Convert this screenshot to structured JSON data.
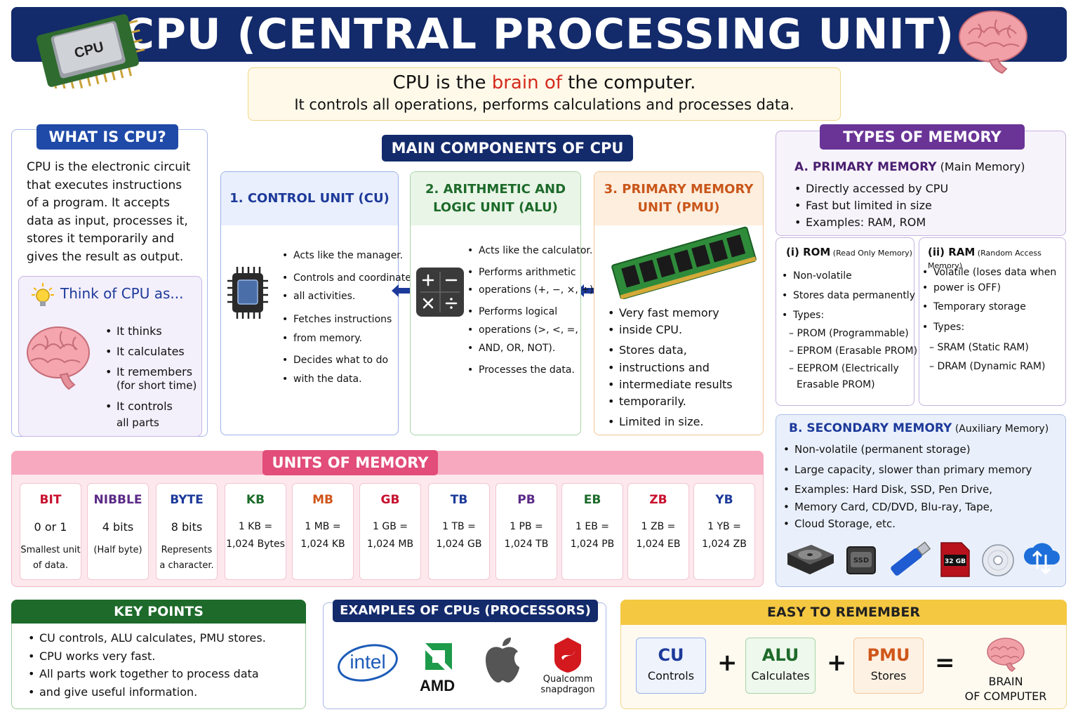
{
  "title": "CPU (CENTRAL PROCESSING UNIT)",
  "chip_label": "CPU",
  "intro": {
    "line1_a": "CPU is the ",
    "line1_b": "brain of",
    "line1_c": " the computer.",
    "line2": "It controls all operations, performs calculations and processes data."
  },
  "what": {
    "header": "WHAT IS CPU?",
    "text": [
      "CPU is the electronic circuit",
      "that executes instructions",
      "of a program. It accepts",
      "data as input, processes it,",
      "stores it temporarily and",
      "gives the result as output."
    ],
    "think_title": "Think of CPU as...",
    "think_items": [
      "It thinks",
      "It calculates",
      "It remembers",
      "It controls"
    ],
    "think_sub": [
      "(for short time)",
      "all parts"
    ]
  },
  "components": {
    "header": "MAIN COMPONENTS OF CPU",
    "cu": {
      "title_1": "1. CONTROL UNIT (CU)",
      "items": [
        "Acts like the manager.",
        "Controls and coordinates",
        "all activities.",
        "Fetches instructions",
        "from memory.",
        "Decides what to do",
        "with the data."
      ]
    },
    "alu": {
      "title_1": "2. ARITHMETIC AND",
      "title_2": "LOGIC UNIT (ALU)",
      "items": [
        "Acts like the calculator.",
        "Performs arithmetic",
        "operations (+, −, ×, ÷).",
        "Performs logical",
        "operations (>, <, =,",
        "AND, OR, NOT).",
        "Processes the data."
      ]
    },
    "pmu": {
      "title_1": "3. PRIMARY MEMORY",
      "title_2": "UNIT (PMU)",
      "items": [
        "Very fast memory",
        "inside CPU.",
        "Stores data,",
        "instructions and",
        "intermediate results",
        "temporarily.",
        "Limited in size."
      ]
    }
  },
  "types": {
    "header": "TYPES OF MEMORY",
    "primary_title": "A. PRIMARY MEMORY",
    "primary_sub": " (Main Memory)",
    "primary_items": [
      "Directly accessed by CPU",
      "Fast but limited in size",
      "Examples: RAM, ROM"
    ],
    "rom_title": "(i) ROM",
    "rom_sub": " (Read Only Memory)",
    "rom_items": [
      "Non-volatile",
      "Stores data permanently",
      "Types:"
    ],
    "rom_types": [
      "– PROM (Programmable)",
      "– EPROM (Erasable PROM)",
      "– EEPROM (Electrically",
      "Erasable PROM)"
    ],
    "ram_title": "(ii) RAM",
    "ram_sub": " (Random Access Memory)",
    "ram_items": [
      "Volatile (loses data when",
      "power is OFF)",
      "Temporary storage",
      "Types:"
    ],
    "ram_types": [
      "– SRAM (Static RAM)",
      "– DRAM (Dynamic RAM)"
    ],
    "secondary_title": "B. SECONDARY MEMORY",
    "secondary_sub": " (Auxiliary Memory)",
    "secondary_items": [
      "Non-volatile (permanent storage)",
      "Large capacity, slower than primary memory",
      "Examples: Hard Disk, SSD, Pen Drive,",
      "Memory Card, CD/DVD, Blu-ray, Tape,",
      "Cloud Storage, etc."
    ],
    "ssd_label": "SSD",
    "sd_label": "32 GB"
  },
  "units": {
    "header": "UNITS OF MEMORY",
    "cards": [
      {
        "name": "BIT",
        "value": "0 or 1",
        "desc1": "Smallest unit",
        "desc2": "of data.",
        "color": "#c8102e"
      },
      {
        "name": "NIBBLE",
        "value": "4 bits",
        "desc1": "(Half byte)",
        "desc2": "",
        "color": "#5b2a86"
      },
      {
        "name": "BYTE",
        "value": "8 bits",
        "desc1": "Represents",
        "desc2": "a character.",
        "color": "#1d3a9a"
      },
      {
        "name": "KB",
        "value": "1 KB =",
        "desc1": "1,024 Bytes",
        "desc2": "",
        "color": "#1b6b2a"
      },
      {
        "name": "MB",
        "value": "1 MB =",
        "desc1": "1,024 KB",
        "desc2": "",
        "color": "#d0561a"
      },
      {
        "name": "GB",
        "value": "1 GB =",
        "desc1": "1,024 MB",
        "desc2": "",
        "color": "#c8102e"
      },
      {
        "name": "TB",
        "value": "1 TB =",
        "desc1": "1,024 GB",
        "desc2": "",
        "color": "#1d3a9a"
      },
      {
        "name": "PB",
        "value": "1 PB =",
        "desc1": "1,024 TB",
        "desc2": "",
        "color": "#5b2a86"
      },
      {
        "name": "EB",
        "value": "1 EB =",
        "desc1": "1,024 PB",
        "desc2": "",
        "color": "#1b6b2a"
      },
      {
        "name": "ZB",
        "value": "1 ZB =",
        "desc1": "1,024 EB",
        "desc2": "",
        "color": "#c8102e"
      },
      {
        "name": "YB",
        "value": "1 YB =",
        "desc1": "1,024 ZB",
        "desc2": "",
        "color": "#1d3a9a"
      }
    ]
  },
  "key": {
    "header": "KEY POINTS",
    "items": [
      "CU controls, ALU calculates, PMU stores.",
      "CPU works very fast.",
      "All parts work together to process data"
    ],
    "item3_cont": "and give useful information."
  },
  "examples": {
    "header": "EXAMPLES OF CPUs (PROCESSORS)",
    "intel": "intel",
    "amd": "AMD",
    "qualcomm_1": "Qualcomm",
    "qualcomm_2": "snapdragon"
  },
  "easy": {
    "header": "EASY TO REMEMBER",
    "cu": "CU",
    "cu_sub": "Controls",
    "alu": "ALU",
    "alu_sub": "Calculates",
    "pmu": "PMU",
    "pmu_sub": "Stores",
    "plus": "+",
    "equals": "=",
    "result_1": "BRAIN",
    "result_2": "OF COMPUTER"
  },
  "colors": {
    "navy": "#132a6b",
    "blue_pill": "#1f4aa8",
    "purple": "#6a3497",
    "pink": "#e9557f",
    "green": "#1d6a2a",
    "orange": "#d0561a",
    "yellow": "#f5c842"
  }
}
